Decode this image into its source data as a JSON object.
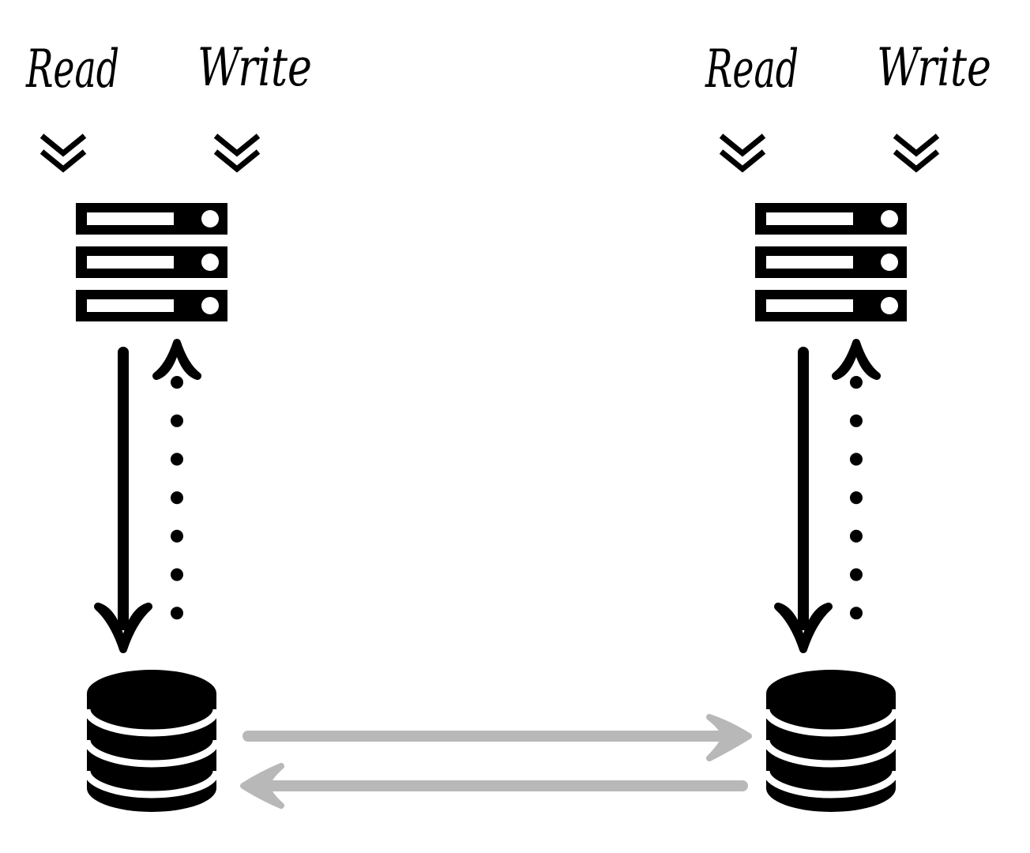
{
  "colors": {
    "ink": "#000000",
    "replication": "#b8b8b8",
    "background": "#ffffff"
  },
  "left_node": {
    "read_label": "Read",
    "write_label": "Write",
    "server_icon": "server-rack-icon",
    "database_icon": "database-icon"
  },
  "right_node": {
    "read_label": "Read",
    "write_label": "Write",
    "server_icon": "server-rack-icon",
    "database_icon": "database-icon"
  }
}
